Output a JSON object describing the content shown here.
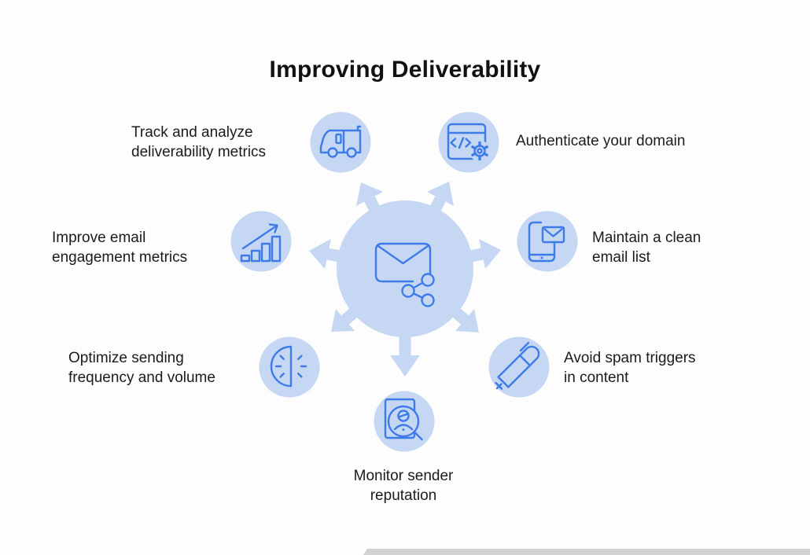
{
  "page": {
    "title": "Improving Deliverability",
    "background": "#fdfdfd"
  },
  "colors": {
    "bubble_blue": "#c5d7f2",
    "icon_stroke_blue": "#3d7ce8",
    "text": "#1b1b1b",
    "title_text": "#111111",
    "bottom_bar_gray": "#d2d2d2"
  },
  "hub": {
    "icon": "email-share-icon"
  },
  "spokes": [
    {
      "id": "track-metrics",
      "position": "top-left",
      "icon": "delivery-truck-icon",
      "label": "Track and analyze deliverability metrics"
    },
    {
      "id": "authenticate-domain",
      "position": "top-right",
      "icon": "code-window-gear-icon",
      "label": "Authenticate your domain"
    },
    {
      "id": "engagement-metrics",
      "position": "left",
      "icon": "growth-bar-chart-icon",
      "label": "Improve email engagement metrics"
    },
    {
      "id": "clean-email-list",
      "position": "right",
      "icon": "phone-email-icon",
      "label": "Maintain a clean email list"
    },
    {
      "id": "sending-frequency",
      "position": "bottom-left",
      "icon": "gauge-clock-icon",
      "label": "Optimize sending frequency and volume"
    },
    {
      "id": "spam-triggers",
      "position": "bottom-right",
      "icon": "pen-icon",
      "label": "Avoid spam triggers in content"
    },
    {
      "id": "sender-reputation",
      "position": "bottom",
      "icon": "profile-search-icon",
      "label": "Monitor sender reputation"
    }
  ]
}
